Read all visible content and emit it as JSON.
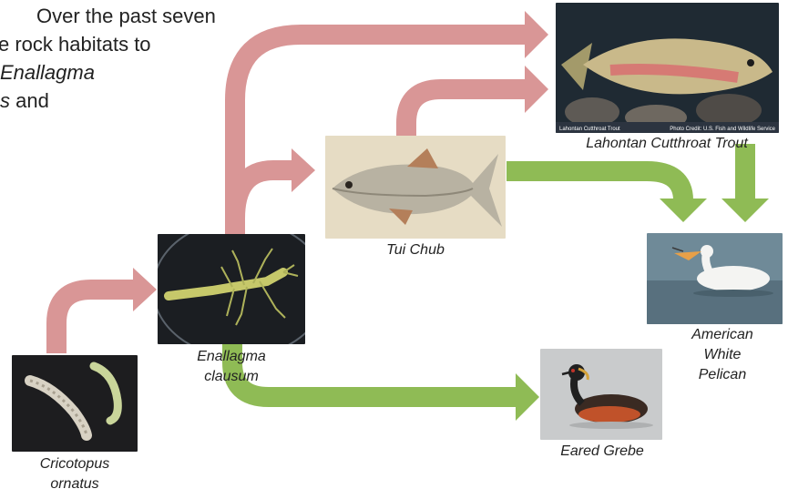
{
  "intro_text": {
    "line1": "Over the past seven",
    "line2": "e rock habitats to",
    "line3": "Enallagma",
    "line4_italic": "s",
    "line4_rest": " and"
  },
  "species": {
    "cricotopus": {
      "line1": "Cricotopus",
      "line2": "ornatus"
    },
    "enallagma": {
      "line1": "Enallagma",
      "line2": "clausum"
    },
    "tui_chub": {
      "label": "Tui Chub"
    },
    "trout": {
      "label": "Lahontan Cutthroat Trout",
      "caption_left": "Lahontan Cutthroat Trout",
      "caption_right": "Photo Credit: U.S. Fish and Wildlife Service"
    },
    "pelican": {
      "line1": "American",
      "line2": "White",
      "line3": "Pelican"
    },
    "grebe": {
      "label": "Eared Grebe"
    }
  },
  "colors": {
    "predation_arrow": "#d99696",
    "consumption_arrow": "#8fbb55"
  }
}
